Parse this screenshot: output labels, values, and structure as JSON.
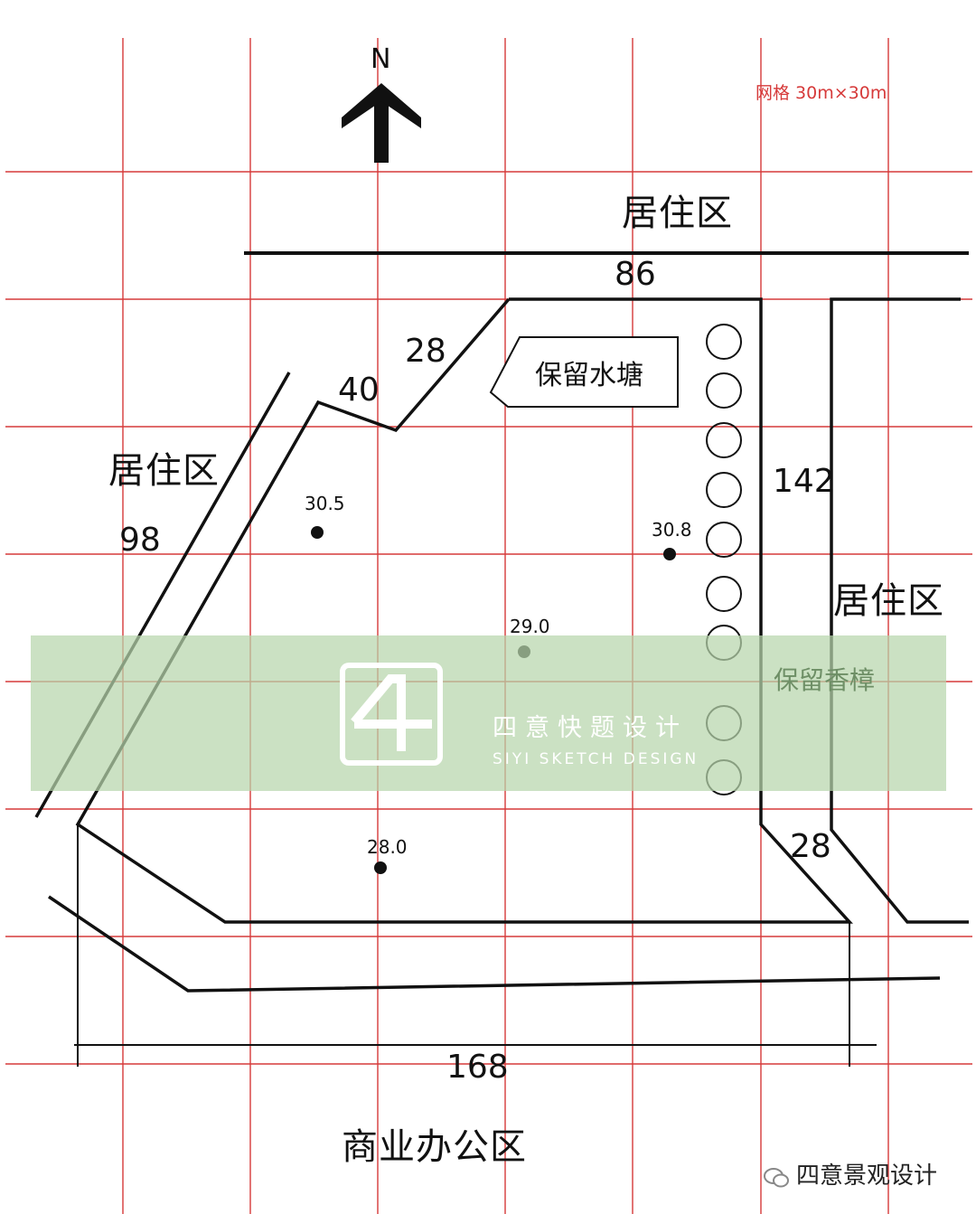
{
  "north_label": "N",
  "grid_note": "网格 30m×30m",
  "zones": {
    "north": "居住区",
    "west": "居住区",
    "east": "居住区",
    "south": "商业办公区"
  },
  "dimensions": {
    "top": "86",
    "nw_short": "28",
    "nw_mid": "40",
    "west": "98",
    "east": "142",
    "se": "28",
    "bottom": "168"
  },
  "features": {
    "pond": "保留水塘",
    "trees": "保留香樟",
    "tree_count": 9
  },
  "elevations": [
    "30.5",
    "30.8",
    "29.0",
    "28.0"
  ],
  "watermark": {
    "title": "四意快题设计",
    "subtitle": "SIYI SKETCH DESIGN"
  },
  "footer": {
    "account": "四意景观设计"
  },
  "colors": {
    "grid": "#d63a3a",
    "line": "#111111",
    "note": "#d63a3a"
  }
}
